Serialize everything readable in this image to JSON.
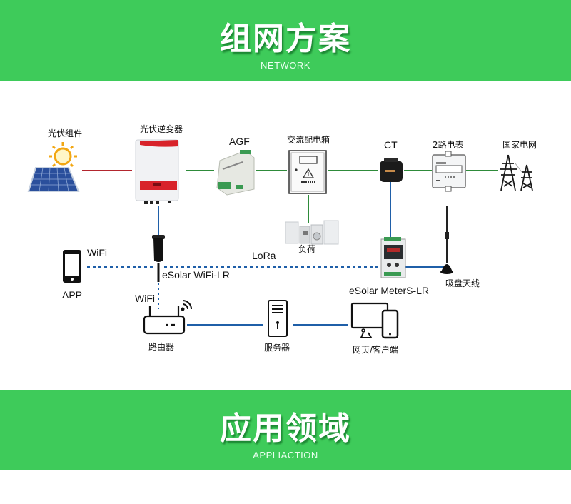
{
  "header": {
    "title": "组网方案",
    "subtitle": "NETWORK"
  },
  "footer_banner": {
    "title": "应用领域",
    "subtitle": "APPLIACTION"
  },
  "colors": {
    "banner_green": "#3ecb5a",
    "dc_line": "#b3262e",
    "ac_line": "#2e8b3a",
    "comm_line": "#1f5fa8",
    "wireless_dotted": "#1f5fa8"
  },
  "nodes": {
    "pv_module": {
      "label": "光伏组件"
    },
    "inverter": {
      "label": "光伏逆变器"
    },
    "agf": {
      "label": "AGF"
    },
    "ac_box": {
      "label": "交流配电箱"
    },
    "load": {
      "label": "负荷"
    },
    "ct": {
      "label": "CT"
    },
    "meter": {
      "label": "2路电表"
    },
    "grid": {
      "label": "国家电网"
    },
    "app": {
      "label": "APP"
    },
    "wifi_lr": {
      "label": "eSolar WiFi-LR"
    },
    "meter_lr": {
      "label": "eSolar MeterS-LR"
    },
    "antenna": {
      "label": "吸盘天线"
    },
    "router": {
      "label": "路由器"
    },
    "server": {
      "label": "服务器"
    },
    "client": {
      "label": "网页/客户端"
    }
  },
  "links": {
    "app_wifi": "WiFi",
    "lora": "LoRa",
    "router_wifi": "WiFi"
  }
}
